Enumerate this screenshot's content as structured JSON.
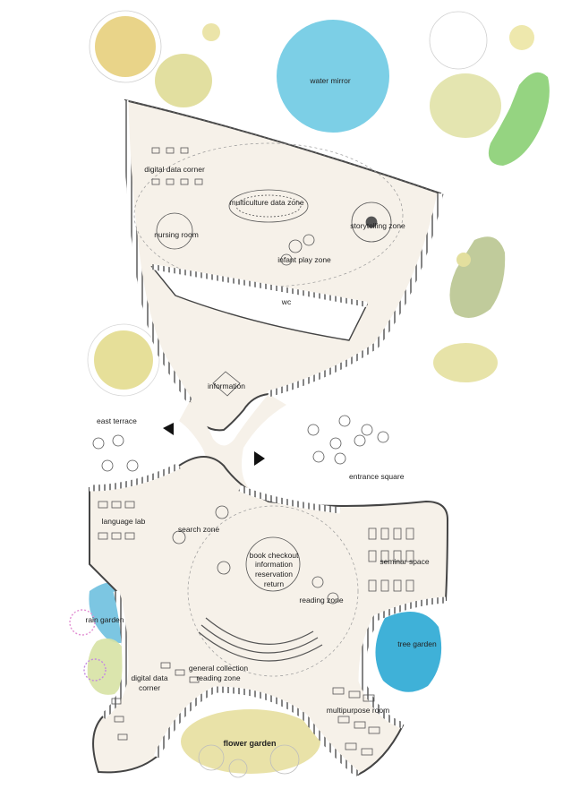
{
  "labels": {
    "water_mirror": "water mirror",
    "digital_data_corner_top": "digital data corner",
    "multiculture_data_zone": "multiculture data zone",
    "storytelling_zone": "storytelling zone",
    "nursing_room": "nursing room",
    "infant_play_zone": "infant play zone",
    "wc": "wc",
    "information": "information",
    "east_terrace": "east terrace",
    "entrance_square": "entrance square",
    "language_lab": "language lab",
    "search_zone": "search zone",
    "book_checkout": "book checkout",
    "information_desk": "information",
    "reservation": "reservation",
    "return": "return",
    "seminar_space": "seminar space",
    "reading_zone": "reading zone",
    "rain_garden": "rain garden",
    "tree_garden": "tree garden",
    "general_collection": "general collection",
    "general_reading_zone": "reading zone",
    "digital_data_bottom_1": "digital data",
    "digital_data_bottom_2": "corner",
    "multipurpose_room": "multipurpose room",
    "flower_garden": "flower garden"
  },
  "colors": {
    "floor": "#f6f1e9",
    "water": "#7ccfe6",
    "tree_yellow": "#e7d98a",
    "tree_olive": "#c9cf8e",
    "tree_green": "#8fd27a",
    "tree_sage": "#bfc99a",
    "rain_blue": "#7cc6e2",
    "tree_garden_blue": "#3fb1d8",
    "flower_yellow": "#e9e2a8",
    "wall": "#444444",
    "arrow": "#111111"
  }
}
